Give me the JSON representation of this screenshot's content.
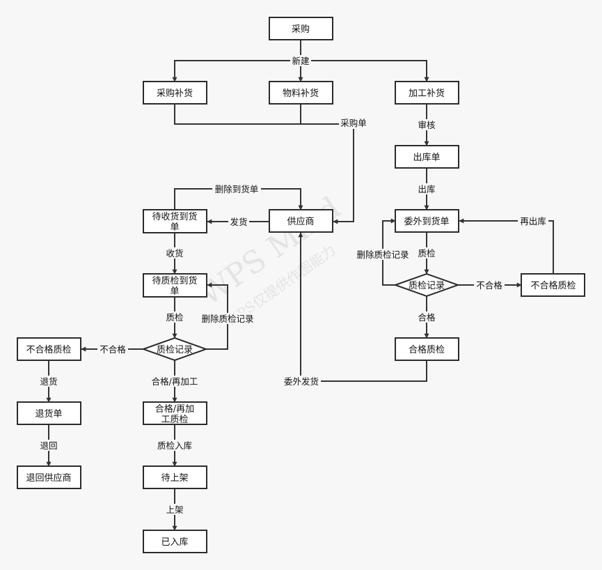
{
  "watermark": {
    "line1": "WPS Mind",
    "line2": "WPS仅提供作图能力"
  },
  "nodes": {
    "caigou": "采购",
    "caigou_buhuo": "采购补货",
    "wuliao_buhuo": "物料补货",
    "jiagong_buhuo": "加工补货",
    "chuku_dan": "出库单",
    "weiwai_daohuodan": "委外到货单",
    "buhege_zhijian_right": "不合格质检",
    "zhijian_jilu_right": "质检记录",
    "hege_zhijian": "合格质检",
    "gongyingshang": "供应商",
    "daishouhuo_line1": "待收货到货",
    "daishouhuo_line2": "单",
    "daizhijian_line1": "待质检到货",
    "daizhijian_line2": "单",
    "zhijian_jilu_left": "质检记录",
    "buhege_zhijian_left": "不合格质检",
    "tuihuo_dan": "退货单",
    "tuihui_gongyingshang": "退回供应商",
    "hege_zaijiagong_line1": "合格/再加",
    "hege_zaijiagong_line2": "工质检",
    "dai_shangjia": "待上架",
    "yi_ruku": "已入库"
  },
  "edge_labels": {
    "xinjian": "新建",
    "caigoudan": "采购单",
    "shenhe": "审核",
    "chuku": "出库",
    "shanchu_daohuodan": "删除到货单",
    "fahuo": "发货",
    "zaichuku": "再出库",
    "shanchu_zhijian_jilu_right": "删除质检记录",
    "zhijian_right": "质检",
    "buhege_right": "不合格",
    "hege_right": "合格",
    "shouhuo": "收货",
    "zhijian_left": "质检",
    "shanchu_zhijian_jilu_left": "删除质检记录",
    "buhege_left": "不合格",
    "weiwai_fahuo": "委外发货",
    "tuihuo": "退货",
    "hege_zaijiagong": "合格/再加工",
    "tuihui": "退回",
    "zhijian_ruku": "质检入库",
    "shangjia": "上架"
  }
}
